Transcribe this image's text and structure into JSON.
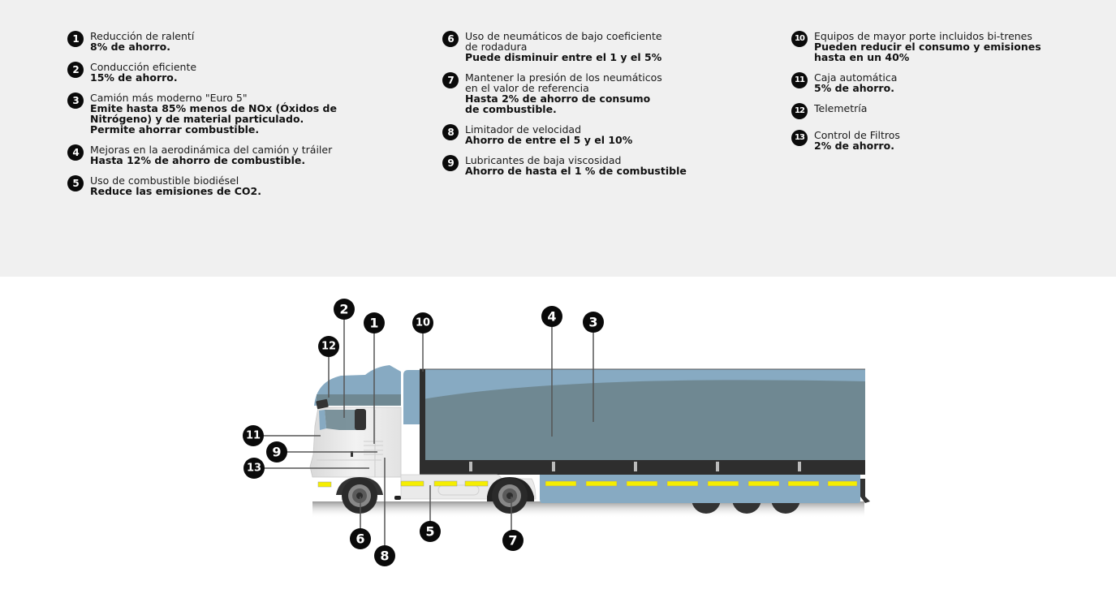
{
  "colors": {
    "panel_bg": "#f0f0f0",
    "badge": "#0a0a0a",
    "trailer_light": "#87aac2",
    "trailer_dark": "#6f8892",
    "reflector": "#f5ee00",
    "cab": "#e6e6e6"
  },
  "legend": {
    "columns": [
      {
        "items": [
          {
            "n": "1",
            "title": "Reducción de ralentí",
            "detail": "8% de ahorro."
          },
          {
            "n": "2",
            "title": "Conducción eficiente",
            "detail": "15% de ahorro."
          },
          {
            "n": "3",
            "title": "Camión más moderno \"Euro 5\"",
            "detail": "Emite hasta 85% menos de NOx (Óxidos de\nNitrógeno) y de material particulado.\nPermite ahorrar combustible."
          },
          {
            "n": "4",
            "title": "Mejoras en la aerodinámica del camión y tráiler",
            "detail": "Hasta 12% de ahorro de combustible."
          },
          {
            "n": "5",
            "title": "Uso de combustible biodiésel",
            "detail": "Reduce las emisiones de CO2."
          }
        ]
      },
      {
        "items": [
          {
            "n": "6",
            "title": "Uso de neumáticos de bajo coeficiente\nde rodadura",
            "detail": "Puede disminuir entre el 1 y el 5%"
          },
          {
            "n": "7",
            "title": "Mantener la presión de los neumáticos\nen el valor de referencia",
            "detail": "Hasta 2% de ahorro de consumo\nde combustible."
          },
          {
            "n": "8",
            "title": "Limitador de velocidad",
            "detail": "Ahorro de entre el 5 y el 10%"
          },
          {
            "n": "9",
            "title": "Lubricantes de baja viscosidad",
            "detail": "Ahorro de hasta el 1 % de combustible"
          }
        ]
      },
      {
        "items": [
          {
            "n": "10",
            "title": "Equipos de mayor porte incluidos bi-trenes",
            "detail": "Pueden reducir el consumo y emisiones\nhasta en un 40%"
          },
          {
            "n": "11",
            "title": "Caja automática",
            "detail": "5% de ahorro."
          },
          {
            "n": "12",
            "title": "Telemetría",
            "detail": ""
          },
          {
            "n": "13",
            "title": "Control de Filtros",
            "detail": "2% de ahorro."
          }
        ]
      }
    ]
  },
  "diagram": {
    "callouts": [
      "1",
      "2",
      "3",
      "4",
      "5",
      "6",
      "7",
      "8",
      "9",
      "10",
      "11",
      "12",
      "13"
    ]
  }
}
